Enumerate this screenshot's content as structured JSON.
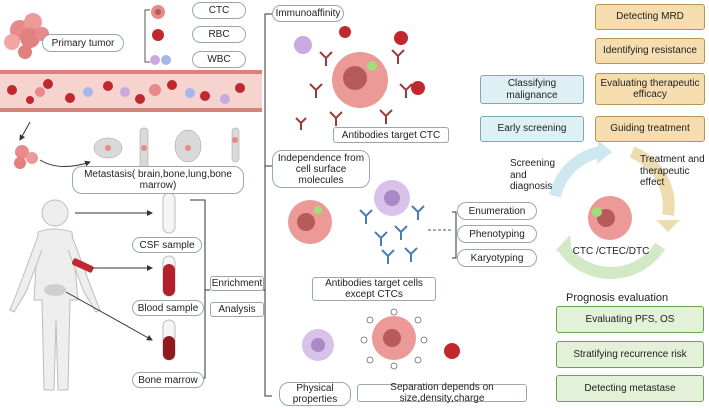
{
  "blood_cells": {
    "ctc": "CTC",
    "rbc": "RBC",
    "wbc": "WBC"
  },
  "left": {
    "primary_tumor": "Primary tumor",
    "metastasis": "Metastasis( brain,bone,lung,bone marrow)",
    "csf_sample": "CSF sample",
    "blood_sample": "Blood sample",
    "bone_marrow": "Bone marrow"
  },
  "steps": {
    "enrichment": "Enrichment",
    "analysis": "Analysis"
  },
  "methods": {
    "immunoaffinity": "Immunoaffinity",
    "antibodies_ctc": "Antibodies target CTC",
    "independence": "Independence from cell surface molecules",
    "antibodies_except": "Antibodies target cells except CTCs",
    "physical": "Physical properties",
    "separation": "Separation depends on size,density,charge"
  },
  "analysis_items": [
    "Enumeration",
    "Phenotyping",
    "Karyotyping"
  ],
  "cycle": {
    "screening": "Screening and diagnosis",
    "treatment": "Treatment and therapeutic effect",
    "center": "CTC /CTEC/DTC",
    "prognosis": "Prognosis evaluation"
  },
  "blue_boxes": [
    "Classifying malignance",
    "Early screening"
  ],
  "orange_boxes": [
    "Detecting MRD",
    "Identifying resistance",
    "Evaluating therapeutic efficacy",
    "Guiding treatment"
  ],
  "green_boxes": [
    "Evaluating PFS, OS",
    "Stratifying recurrence risk",
    "Detecting metastase"
  ],
  "colors": {
    "orange": "#f6ddb0",
    "blue": "#dff0f4",
    "green": "#e2f1d8",
    "tumor": "#e88a8a",
    "rbc": "#c0282d",
    "wbc": "#c9a9e0"
  }
}
